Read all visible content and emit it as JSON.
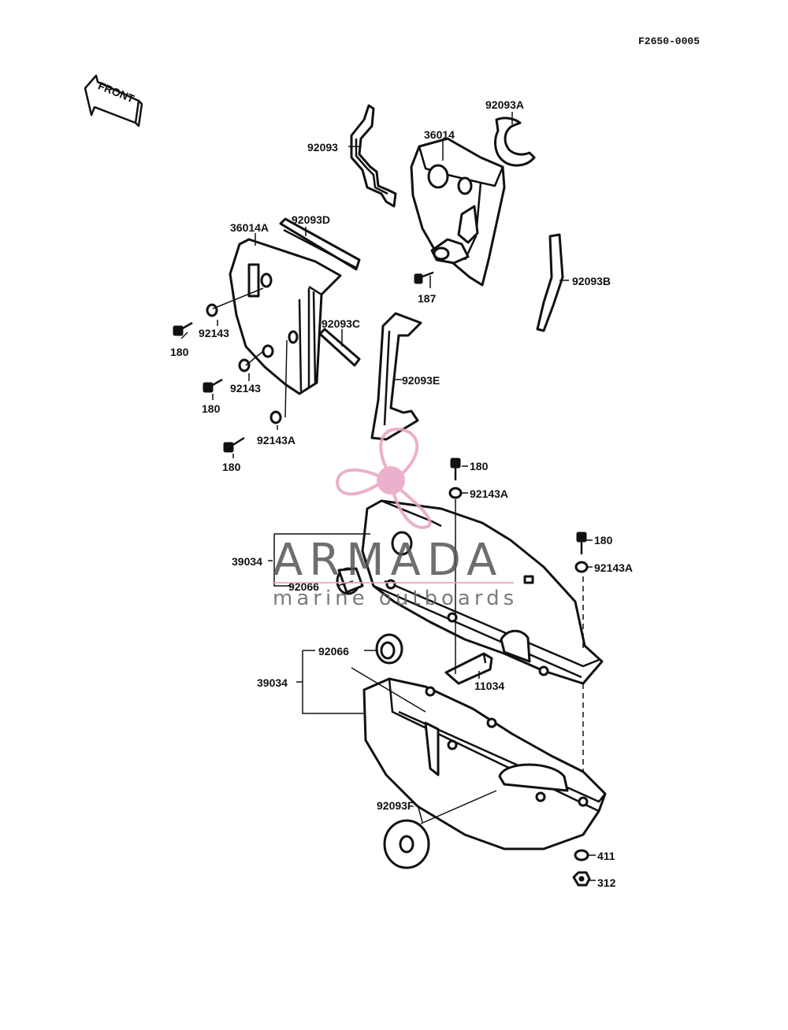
{
  "diagram_code": "F2650-0005",
  "front_label": "FRONT",
  "watermark": {
    "brand": "ARMADA",
    "tagline": "marine outboards",
    "accent_color": "#e8a3c4"
  },
  "parts": {
    "p92093A": "92093A",
    "p36014": "36014",
    "p92093": "92093",
    "p36014A": "36014A",
    "p92093D": "92093D",
    "p187": "187",
    "p92093B": "92093B",
    "p92143_1": "92143",
    "p180_1": "180",
    "p92093C": "92093C",
    "p92093E": "92093E",
    "p92143_2": "92143",
    "p180_2": "180",
    "p92143A_1": "92143A",
    "p180_3": "180",
    "p180_4": "180",
    "p92143A_2": "92143A",
    "p180_5": "180",
    "p92143A_3": "92143A",
    "p39034_1": "39034",
    "p92066_1": "92066",
    "p92066_2": "92066",
    "p39034_2": "39034",
    "p11034": "11034",
    "p92093F": "92093F",
    "p411": "411",
    "p312": "312"
  }
}
